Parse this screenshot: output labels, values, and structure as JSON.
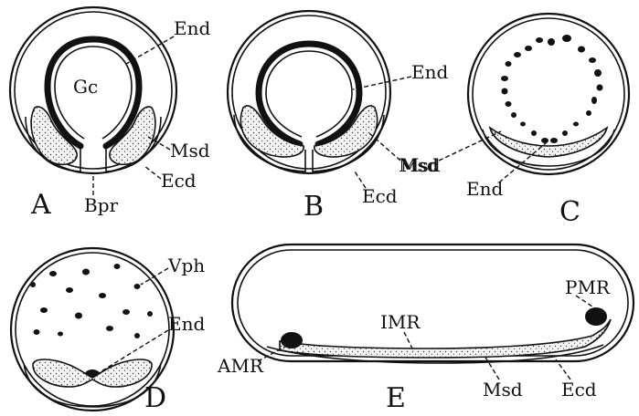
{
  "panels": {
    "a": {
      "letter": "A",
      "gastrocoel": "Gc",
      "endoderm": "End",
      "mesoderm": "Msd",
      "blastopore": "Bpr",
      "ectoderm": "Ecd"
    },
    "b": {
      "letter": "B",
      "endoderm": "End",
      "mesoderm": "Msd",
      "ectoderm": "Ecd"
    },
    "c": {
      "letter": "C",
      "mesoderm": "Msd",
      "endoderm": "End"
    },
    "d": {
      "letter": "D",
      "vitellophages": "Vph",
      "endoderm": "End"
    },
    "e": {
      "letter": "E",
      "anterior_midgut_rudiment": "AMR",
      "intermediate_midgut_rudiment": "IMR",
      "posterior_midgut_rudiment": "PMR",
      "mesoderm": "Msd",
      "ectoderm": "Ecd"
    }
  }
}
